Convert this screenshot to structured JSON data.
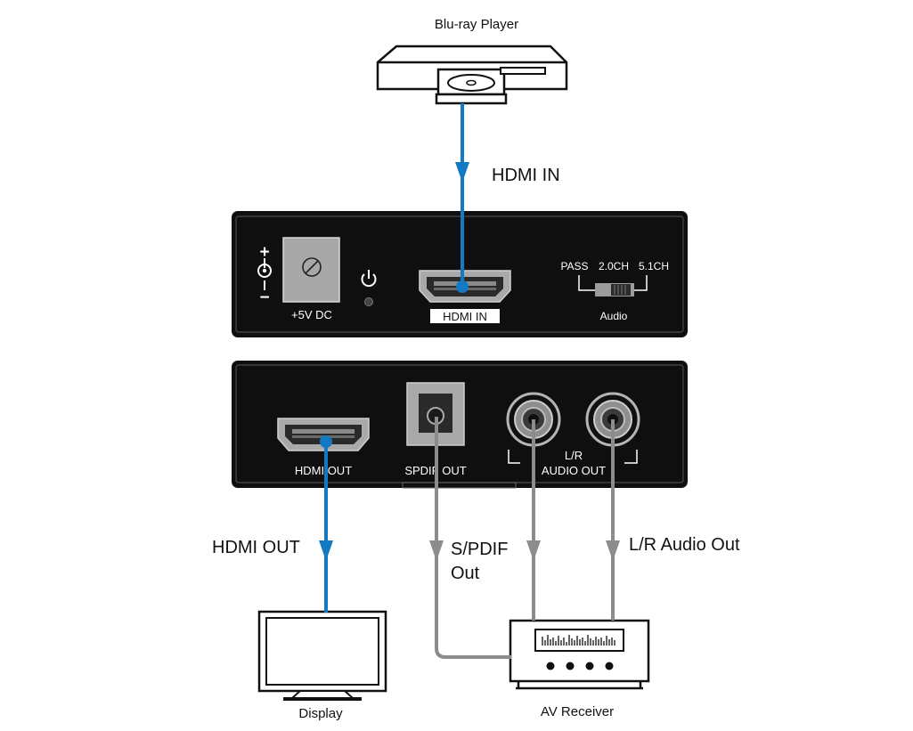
{
  "devices": {
    "source": "Blu-ray Player",
    "display": "Display",
    "receiver": "AV Receiver"
  },
  "signals": {
    "hdmi_in": "HDMI IN",
    "hdmi_out": "HDMI OUT",
    "spdif_line1": "S/PDIF",
    "spdif_line2": "Out",
    "lr_audio": "L/R Audio Out"
  },
  "input_panel": {
    "plus": "+",
    "minus": "−",
    "power_label": "+5V DC",
    "hdmi_port_label": "HDMI IN",
    "mode_pass": "PASS",
    "mode_2ch": "2.0CH",
    "mode_51ch": "5.1CH",
    "audio_label": "Audio"
  },
  "output_panel": {
    "hdmi_port_label": "HDMI OUT",
    "spdif_port_label": "SPDIF OUT",
    "lr_line1": "L/R",
    "lr_line2": "AUDIO OUT"
  },
  "colors": {
    "hdmi_cable": "#1479c3",
    "audio_cable": "#8c8c8c",
    "panel": "#0f0f0f",
    "outline": "#111111"
  }
}
